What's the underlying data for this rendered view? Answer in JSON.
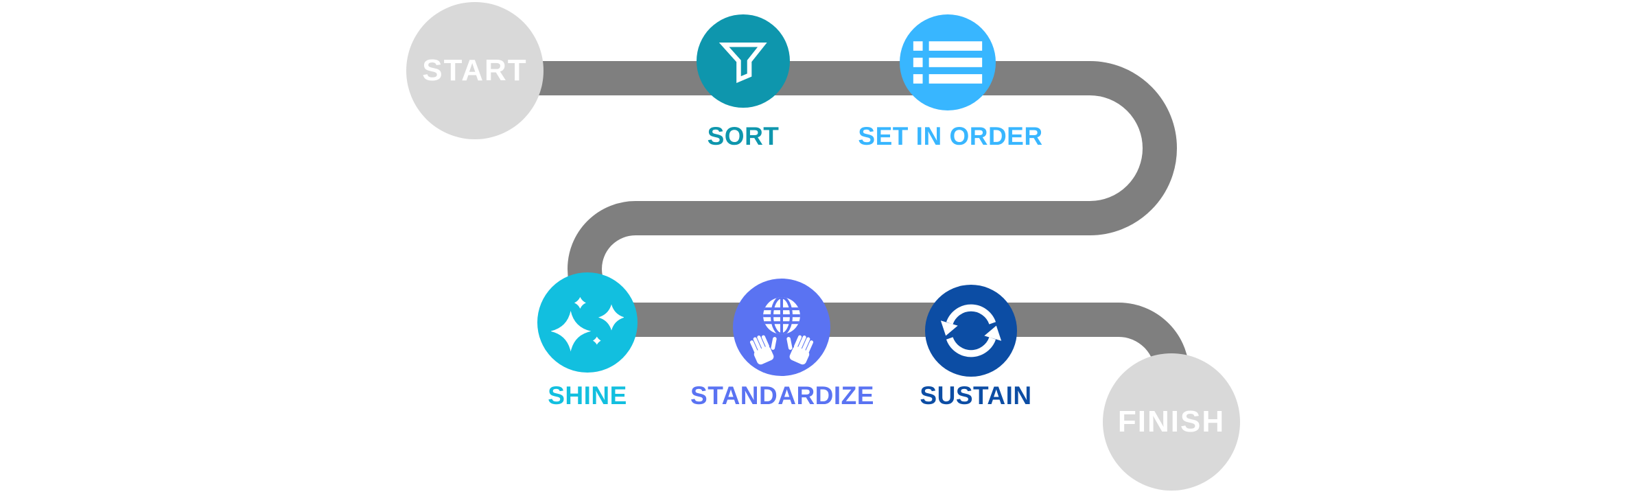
{
  "diagram": {
    "type": "5s-process-flow",
    "background_color": "#ffffff",
    "path_color": "#7f7f7f",
    "terminal_color": "#d9d9d9",
    "terminal_text_color": "#ffffff",
    "start": {
      "label": "START"
    },
    "finish": {
      "label": "FINISH"
    },
    "steps": [
      {
        "label": "SORT",
        "color": "#0e96ad",
        "icon": "funnel-icon"
      },
      {
        "label": "SET IN ORDER",
        "color": "#38b6ff",
        "icon": "list-icon"
      },
      {
        "label": "SHINE",
        "color": "#12bfdf",
        "icon": "sparkles-icon"
      },
      {
        "label": "STANDARDIZE",
        "color": "#5a73f2",
        "icon": "hands-globe-icon"
      },
      {
        "label": "SUSTAIN",
        "color": "#0c4da4",
        "icon": "sync-icon"
      }
    ]
  }
}
